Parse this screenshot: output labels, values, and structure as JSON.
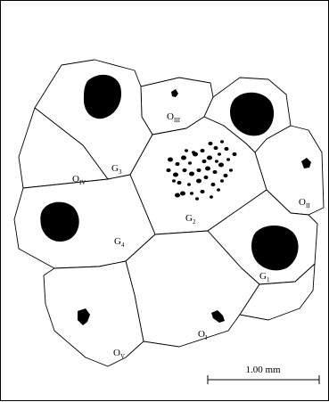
{
  "figure": {
    "labels": {
      "g1": {
        "main": "G",
        "sub": "1"
      },
      "g2": {
        "main": "G",
        "sub": "2"
      },
      "g3": {
        "main": "G",
        "sub": "3"
      },
      "g4": {
        "main": "G",
        "sub": "4"
      },
      "o1": {
        "main": "O",
        "sub": "I"
      },
      "o2": {
        "main": "O",
        "sub": "II"
      },
      "o3": {
        "main": "O",
        "sub": "III"
      },
      "o4": {
        "main": "O",
        "sub": "IV"
      },
      "o5": {
        "main": "O",
        "sub": "V"
      }
    },
    "scale_bar": {
      "label": "1.00 mm"
    },
    "colors": {
      "outline": "#000000",
      "fill": "#000000",
      "background": "#ffffff"
    }
  }
}
